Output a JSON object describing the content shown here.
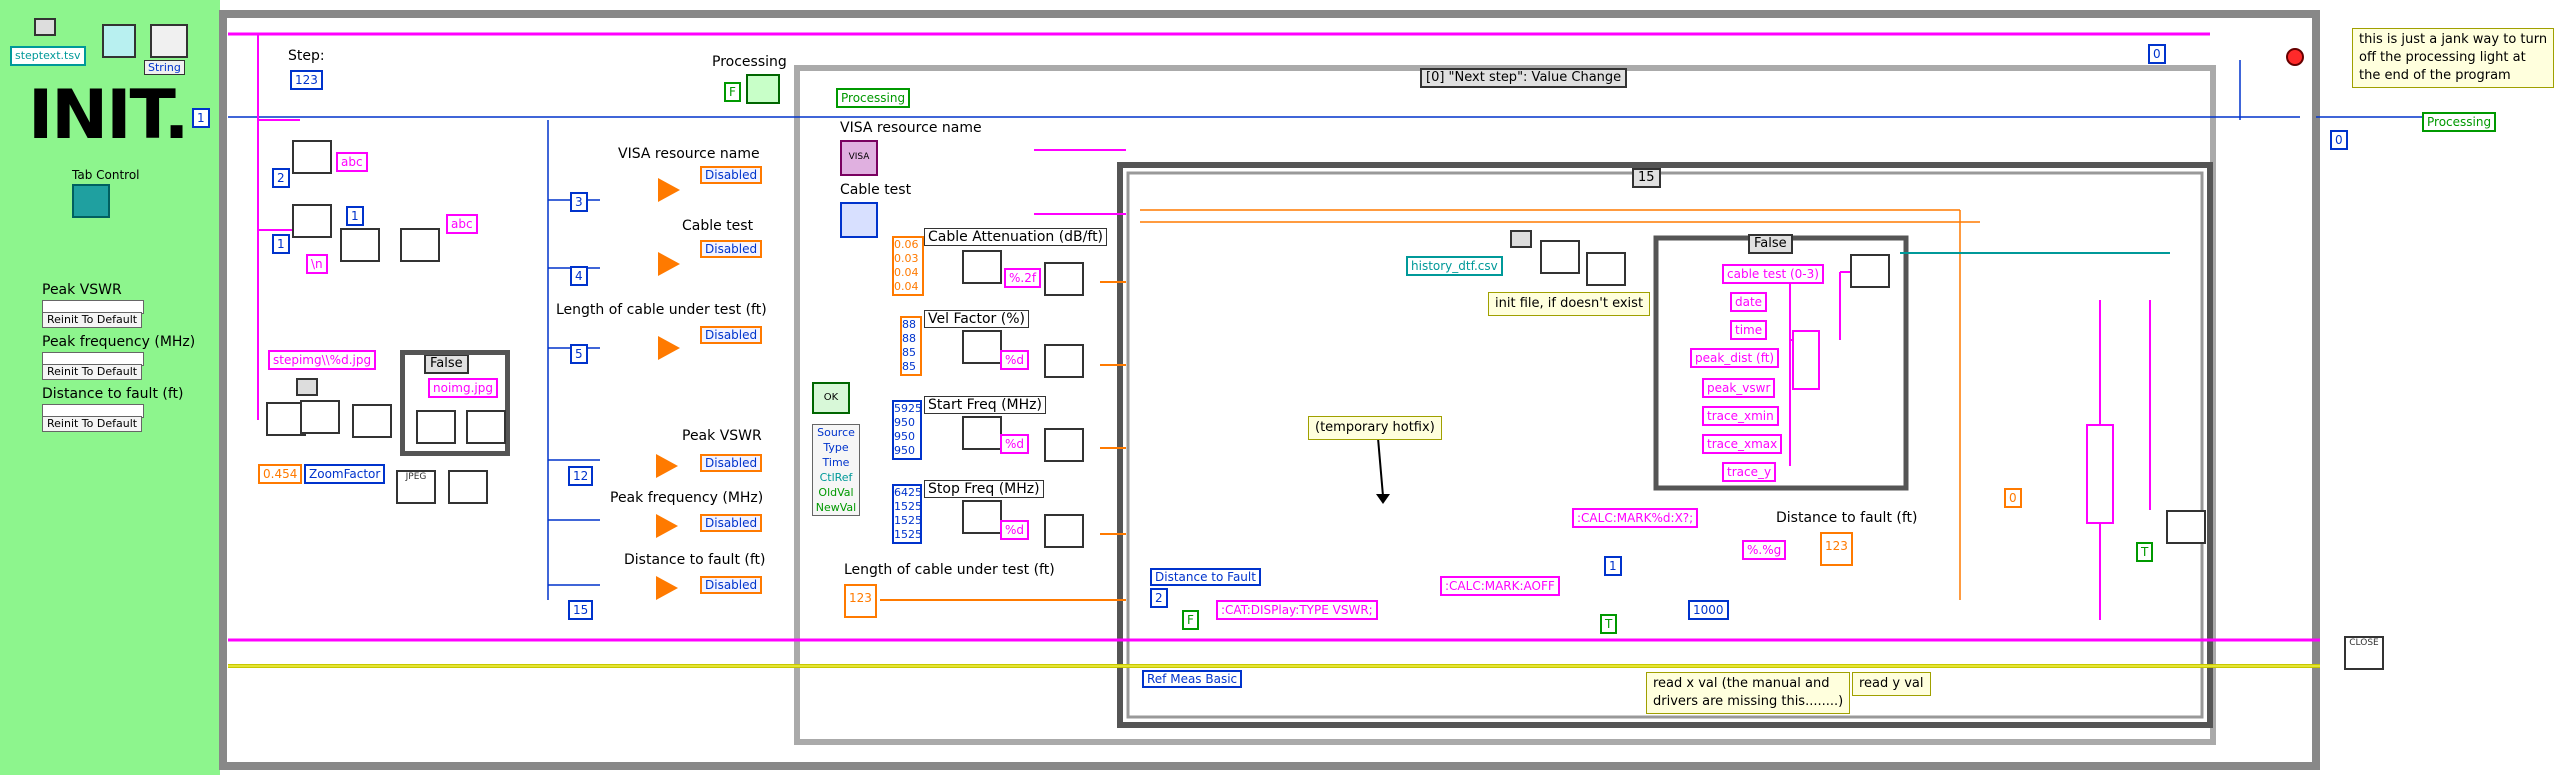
{
  "init_panel": {
    "file_path": "steptext.tsv",
    "string_type": "String",
    "title": "INIT.",
    "tab_control_label": "Tab Control",
    "indicators": [
      {
        "label": "Peak VSWR",
        "button": "Reinit To Default"
      },
      {
        "label": "Peak frequency (MHz)",
        "button": "Reinit To Default"
      },
      {
        "label": "Distance to fault (ft)",
        "button": "Reinit To Default"
      }
    ]
  },
  "left_section": {
    "loop_index": "1",
    "step_label": "Step:",
    "step_num": "123",
    "step_consts": [
      "2",
      "1",
      "1"
    ],
    "newline_const": "\\n",
    "img_format": "stepimg\\\\%d.jpg",
    "false_case": "False",
    "noimg": "noimg.jpg",
    "zoom_value": "0.454",
    "zoom_label": "ZoomFactor",
    "jpeg_label": "JPEG",
    "abc_label": "abc"
  },
  "middle_section": {
    "items": [
      {
        "label": "VISA resource name",
        "num": "3",
        "status": "Disabled"
      },
      {
        "label": "Cable test",
        "num": "4",
        "status": "Disabled"
      },
      {
        "label": "Length of cable under test (ft)",
        "num": "5",
        "status": "Disabled"
      },
      {
        "label": "Peak VSWR",
        "num": "12",
        "status": "Disabled"
      },
      {
        "label": "Peak frequency (MHz)",
        "num": "",
        "status": "Disabled"
      },
      {
        "label": "Distance to fault (ft)",
        "num": "15",
        "status": "Disabled"
      }
    ]
  },
  "event_structure": {
    "processing_label": "Processing",
    "processing_tf": "F",
    "event_case": "[0] \"Next step\": Value Change",
    "processing_local": "Processing",
    "visa_label": "VISA resource name",
    "visa_tag": "VISA",
    "cable_test_label": "Cable test",
    "cable_atten_label": "Cable Attenuation (dB/ft)",
    "cable_atten_values": [
      "0.06",
      "0.03",
      "0.04",
      "0.04"
    ],
    "cable_atten_format": "%.2f",
    "vel_factor_label": "Vel Factor (%)",
    "vel_factor_values": [
      "88",
      "88",
      "85",
      "85"
    ],
    "vel_format": "%d",
    "start_freq_label": "Start Freq (MHz)",
    "start_freq_values": [
      "5925",
      "950",
      "950",
      "950"
    ],
    "start_format": "%d",
    "stop_freq_label": "Stop Freq (MHz)",
    "stop_freq_values": [
      "6425",
      "1525",
      "1525",
      "1525"
    ],
    "stop_format": "%d",
    "length_label": "Length of cable under test (ft)",
    "length_num": "123",
    "event_data": [
      "Source",
      "Type",
      "Time",
      "CtlRef",
      "OldVal",
      "NewVal"
    ],
    "ok_label": "OK"
  },
  "inner_case": {
    "case_value": "15",
    "hotfix_note": "(temporary hotfix)",
    "dtf_mode": "Distance to Fault",
    "dtf_num": "2",
    "dtf_tf": "F",
    "ref_meas": "Ref Meas Basic",
    "calc_display": ":CAT:DISPlay:TYPE VSWR;",
    "calc_mark_x": ":CALC:MARK%d:X?;",
    "calc_mark_aoff": ":CALC:MARK:AOFF",
    "mark_num": "1",
    "mark_1000": "1000",
    "tf_t": "T",
    "fmt_g": "%.%g",
    "dtf_label": "Distance to fault (ft)",
    "dtf_num_ind": "123",
    "read_x_note_1": "read x val (the manual and",
    "read_x_note_2": "drivers are missing this........)",
    "read_y_note": "read y val",
    "history_file": "history_dtf.csv",
    "init_file_note": "init file, if doesn't exist",
    "false_case": "False",
    "columns": [
      "cable test (0-3)",
      "date",
      "time",
      "peak_dist (ft)",
      "peak_vswr",
      "trace_xmin",
      "trace_xmax",
      "trace_y"
    ],
    "zero_const": "0",
    "tf_t2": "T"
  },
  "right_section": {
    "note_1": "this is just a jank way to turn",
    "note_2": "off the processing light at",
    "note_3": "the end of the program",
    "zero_a": "0",
    "zero_b": "0",
    "processing_out": "Processing",
    "close_label": "CLOSE"
  },
  "colors": {
    "init_bg": "#8df58d",
    "pink": "#ff00ff",
    "blue": "#0033cc",
    "orange": "#ff7a00",
    "green": "#009900"
  }
}
